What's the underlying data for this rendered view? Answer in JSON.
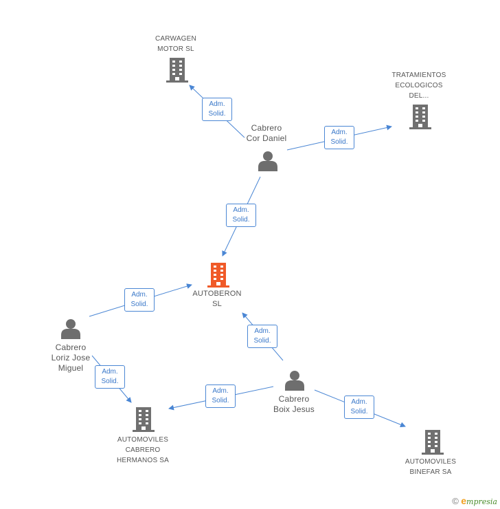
{
  "colors": {
    "edge": "#4a86d4",
    "company": "#707070",
    "focus_company": "#f05a28",
    "person": "#6e6e6e"
  },
  "nodes": {
    "carwagen": {
      "lines": [
        "CARWAGEN",
        "MOTOR SL"
      ],
      "icon": "building-icon"
    },
    "tratamientos": {
      "lines": [
        "TRATAMIENTOS",
        "ECOLOGICOS",
        "DEL..."
      ],
      "icon": "building-icon"
    },
    "cabrero_cor": {
      "lines": [
        "Cabrero",
        "Cor Daniel"
      ],
      "icon": "person-icon"
    },
    "autoberon": {
      "lines": [
        "AUTOBERON",
        "SL"
      ],
      "icon": "building-icon"
    },
    "cabrero_loriz": {
      "lines": [
        "Cabrero",
        "Loriz Jose",
        "Miguel"
      ],
      "icon": "person-icon"
    },
    "cabrero_boix": {
      "lines": [
        "Cabrero",
        "Boix Jesus"
      ],
      "icon": "person-icon"
    },
    "automoviles_cabrero": {
      "lines": [
        "AUTOMOVILES",
        "CABRERO",
        "HERMANOS SA"
      ],
      "icon": "building-icon"
    },
    "automoviles_binefar": {
      "lines": [
        "AUTOMOVILES",
        "BINEFAR SA"
      ],
      "icon": "building-icon"
    }
  },
  "edges": [
    {
      "from": "cabrero_cor",
      "to": "carwagen",
      "label": [
        "Adm.",
        "Solid."
      ]
    },
    {
      "from": "cabrero_cor",
      "to": "tratamientos",
      "label": [
        "Adm.",
        "Solid."
      ]
    },
    {
      "from": "cabrero_cor",
      "to": "autoberon",
      "label": [
        "Adm.",
        "Solid."
      ]
    },
    {
      "from": "cabrero_loriz",
      "to": "autoberon",
      "label": [
        "Adm.",
        "Solid."
      ]
    },
    {
      "from": "cabrero_boix",
      "to": "autoberon",
      "label": [
        "Adm.",
        "Solid."
      ]
    },
    {
      "from": "cabrero_loriz",
      "to": "automoviles_cabrero",
      "label": [
        "Adm.",
        "Solid."
      ]
    },
    {
      "from": "cabrero_boix",
      "to": "automoviles_cabrero",
      "label": [
        "Adm.",
        "Solid."
      ]
    },
    {
      "from": "cabrero_boix",
      "to": "automoviles_binefar",
      "label": [
        "Adm.",
        "Solid."
      ]
    }
  ],
  "footer": {
    "copyright": "©",
    "brand_initial": "e",
    "brand_rest": "mpresia"
  }
}
